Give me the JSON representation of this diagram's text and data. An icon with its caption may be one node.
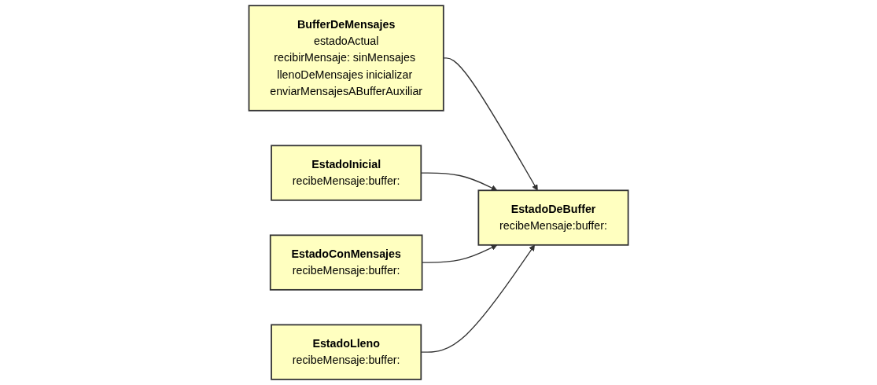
{
  "diagram": {
    "nodes": [
      {
        "text": [
          "BufferDeMensajes",
          "estadoActual",
          "recibirMensaje: sinMensajes llenoDeMensajes inicializar enviarMensajesABufferAuxiliar"
        ]
      },
      {
        "text": [
          "EstadoDeBuffer",
          "recibeMensaje:buffer:"
        ]
      },
      {
        "text": [
          "EstadoInicial",
          "recibeMensaje:buffer:"
        ]
      },
      {
        "text": [
          "EstadoConMensajes",
          "recibeMensaje:buffer:"
        ]
      },
      {
        "text": [
          "EstadoLleno",
          "recibeMensaje:buffer:"
        ]
      }
    ],
    "edges": [
      {
        "from": 0,
        "to": 1,
        "arrow": "to"
      },
      {
        "from": 2,
        "to": 1,
        "arrow": "to"
      },
      {
        "from": 3,
        "to": 1,
        "arrow": "to"
      },
      {
        "from": 4,
        "to": 1,
        "arrow": "to"
      }
    ]
  }
}
